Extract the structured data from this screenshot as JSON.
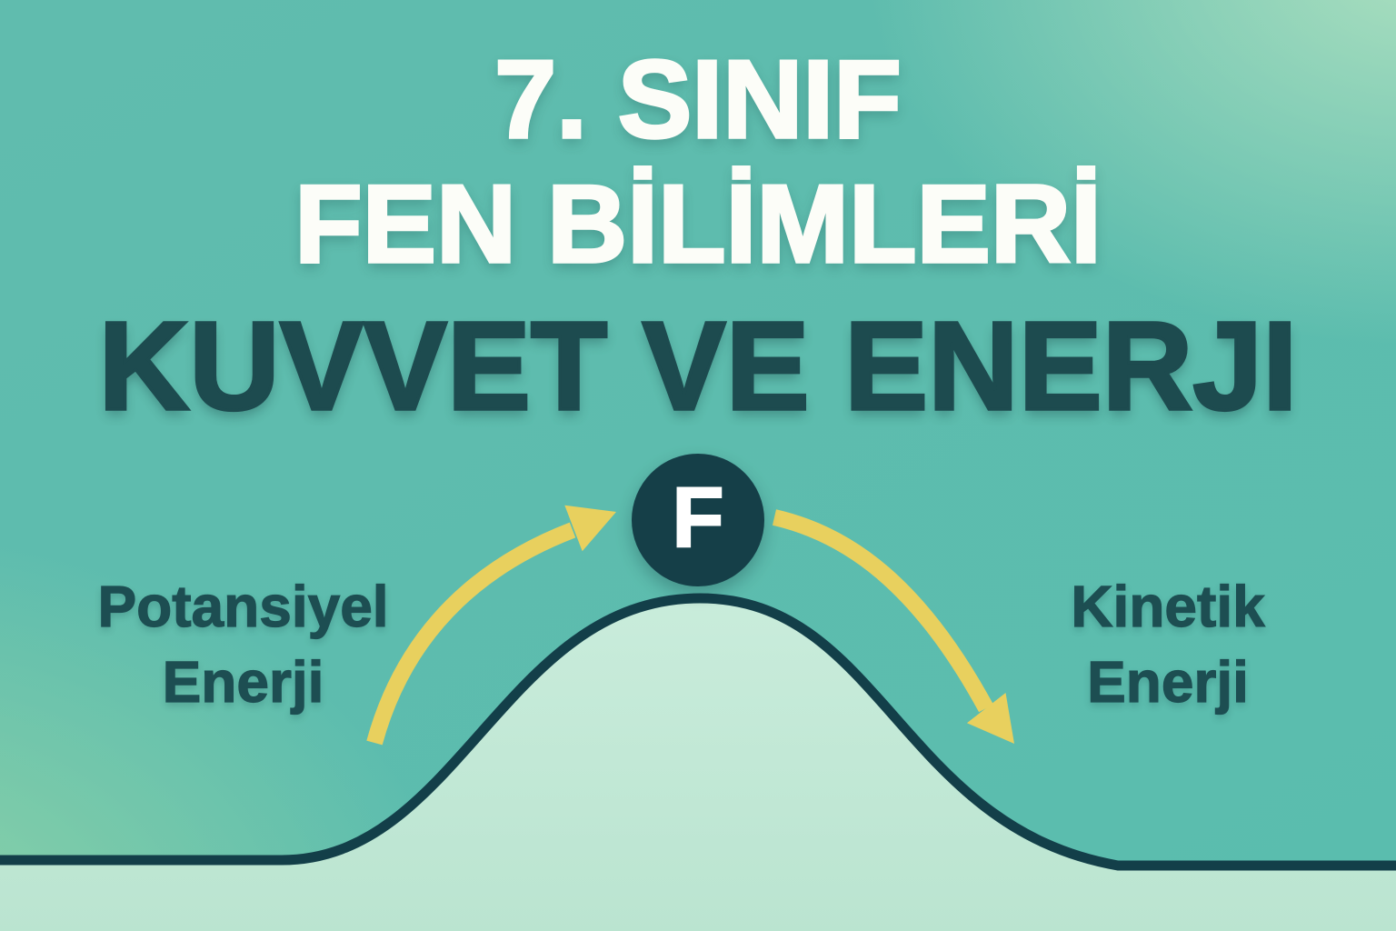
{
  "header": {
    "grade_line": "7. SINIF",
    "subject_line": "FEN BİLİMLERİ",
    "unit_title": "KUVVET VE ENERJI"
  },
  "diagram": {
    "force_symbol": "F",
    "potential_label": {
      "line1": "Potansiyel",
      "line2": "Enerji"
    },
    "kinetic_label": {
      "line1": "Kinetik",
      "line2": "Enerji"
    },
    "icons": [
      "ascent-arrow-icon",
      "descent-arrow-icon",
      "force-circle-icon",
      "hill-curve"
    ]
  },
  "colors": {
    "background_teal": "#5dbdae",
    "background_light_green_top_right": "#abdfbf",
    "background_green_bottom_left": "#90d4a7",
    "ground_mint": "#c1e7d5",
    "hill_line_dark_teal": "#133f49",
    "force_circle_dark_teal": "#153f48",
    "heading_white": "#fcfdf8",
    "heading_dark_teal": "#1d4b4f",
    "label_dark_teal": "#1d4e52",
    "arrow_yellow": "#e8d05e"
  }
}
